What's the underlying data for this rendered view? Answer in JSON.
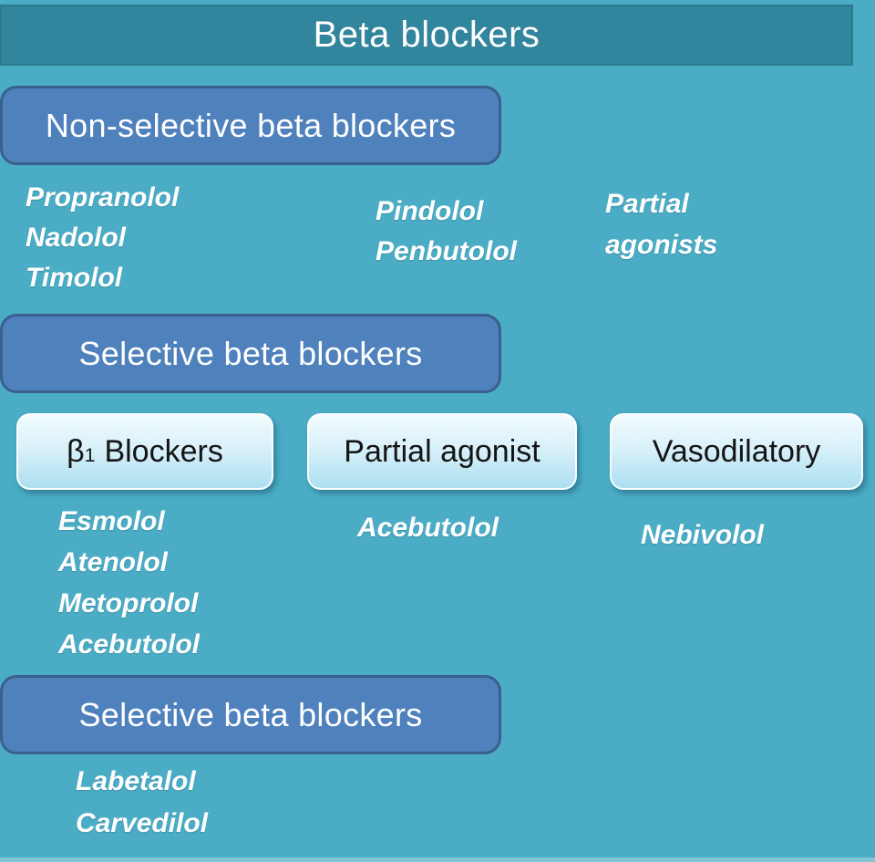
{
  "title": "Beta blockers",
  "colors": {
    "background": "#4AACC5",
    "banner_fill": "#31859C",
    "banner_border": "#2B7A8F",
    "category_box_fill": "#4F81BD",
    "category_box_border": "#3A5F8E",
    "sub_box_gradient_top": "#F2FBFE",
    "sub_box_gradient_bottom": "#ACDFF0",
    "text_on_dark": "#FFFFFF",
    "text_on_light": "#151515"
  },
  "sections": [
    {
      "header": "Non-selective beta blockers",
      "columns": [
        {
          "drugs": [
            "Propranolol",
            "Nadolol",
            "Timolol"
          ]
        },
        {
          "drugs": [
            "Pindolol",
            "Penbutolol"
          ]
        },
        {
          "note_lines": [
            "Partial",
            "agonists"
          ]
        }
      ]
    },
    {
      "header": "Selective beta blockers",
      "subcategories": [
        {
          "label_beta": "β",
          "label_sub": "1",
          "label_rest": "Blockers",
          "drugs": [
            "Esmolol",
            "Atenolol",
            "Metoprolol",
            "Acebutolol"
          ]
        },
        {
          "label": "Partial agonist",
          "drugs": [
            "Acebutolol"
          ]
        },
        {
          "label": "Vasodilatory",
          "drugs": [
            "Nebivolol"
          ]
        }
      ]
    },
    {
      "header": "Selective beta blockers",
      "drugs": [
        "Labetalol",
        "Carvedilol"
      ]
    }
  ]
}
